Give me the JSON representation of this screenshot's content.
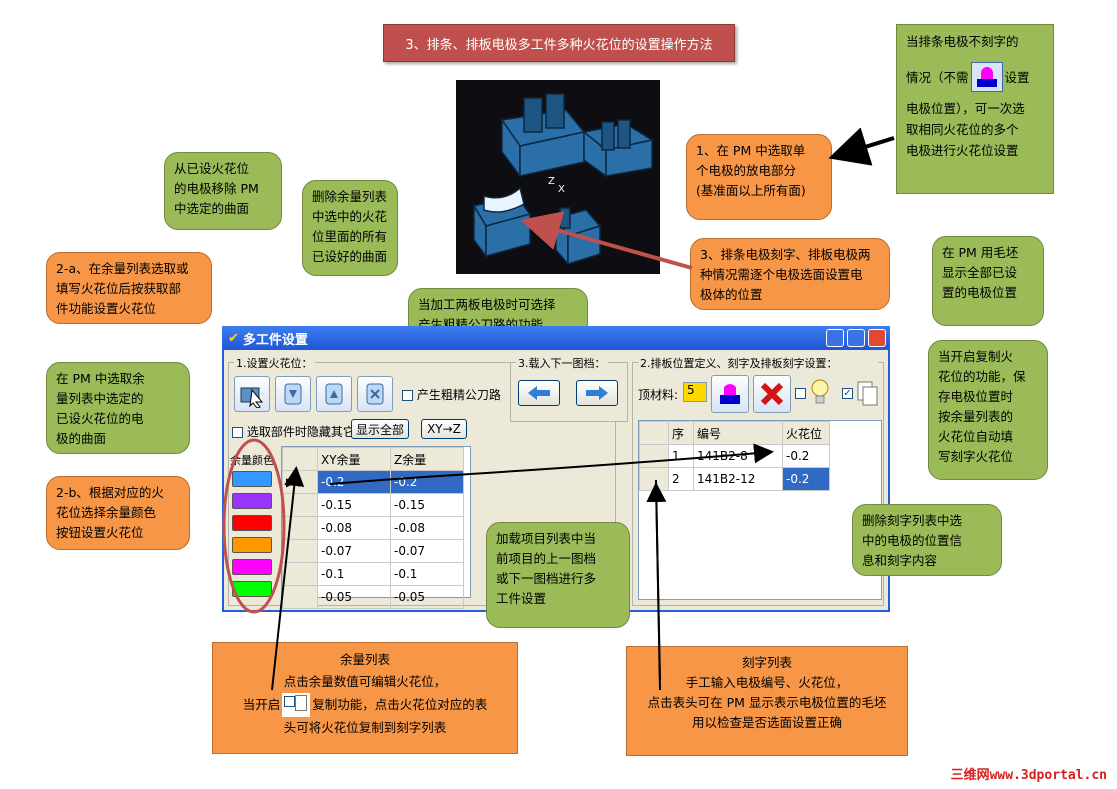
{
  "banner": {
    "title": "3、排条、排板电极多工件多种火花位的设置操作方法"
  },
  "callouts": {
    "top_right": [
      "当排条电极不刻字的",
      "情况（不需",
      "设置",
      "电极位置），可一次选",
      "取相同火花位的多个",
      "电极进行火花位设置"
    ],
    "pm_select": [
      "1、在 PM 中选取单",
      "个电极的放电部分",
      "(基准面以上所有面)"
    ],
    "remove_surface": [
      "从已设火花位",
      "的电极移除 PM",
      "中选定的曲面"
    ],
    "delete_surface": [
      "删除余量列表",
      "中选中的火花",
      "位里面的所有",
      "已设好的曲面"
    ],
    "pick_part": [
      "2-a、在余量列表选取或",
      "填写火花位后按获取部",
      "件功能设置火花位"
    ],
    "rough_finish": [
      "当加工两板电极时可选择",
      "产生粗精公刀路的功能"
    ],
    "engrave_two": [
      "3、排条电极刻字、排板电极两",
      "种情况需逐个电极选面设置电",
      "极体的位置"
    ],
    "show_all": [
      "在 PM 用毛坯",
      "显示全部已设",
      "置的电极位置"
    ],
    "pm_pick_list": [
      "在 PM 中选取余",
      "量列表中选定的",
      "已设火花位的电",
      "极的曲面"
    ],
    "copy_func": [
      "当开启复制火",
      "花位的功能，保",
      "存电极位置时",
      "按余量列表的",
      "火花位自动填",
      "写刻字火花位"
    ],
    "color_btn": [
      "2-b、根据对应的火",
      "花位选择余量颜色",
      "按钮设置火花位"
    ],
    "load_project": [
      "加载项目列表中当",
      "前项目的上一图档",
      "或下一图档进行多",
      "工件设置"
    ],
    "delete_engrave": [
      "删除刻字列表中选",
      "中的电极的位置信",
      "息和刻字内容"
    ],
    "margin_list": [
      "余量列表",
      "点击余量数值可编辑火花位，",
      "当开启",
      "复制功能，点击火花位对应的表",
      "头可将火花位复制到刻字列表"
    ],
    "engrave_list": [
      "刻字列表",
      "手工输入电极编号、火花位，",
      "点击表头可在 PM 显示表示电极位置的毛坯",
      "用以检查是否选面设置正确"
    ]
  },
  "window": {
    "title": "多工件设置",
    "group1": "1.设置火花位：",
    "rough_check": "产生粗精公刀路",
    "hide_check": "选取部件时隐藏其它",
    "show_all_btn": "显示全部",
    "xyz_btn": "XY→Z",
    "color_header": "余量颜色",
    "group3": "3.载入下一图档：",
    "group2": "2.排板位置定义、刻字及排板刻字设置：",
    "top_material_label": "顶材料:",
    "top_material_value": "5",
    "margin_table": {
      "headers": [
        "XY余量",
        "Z余量"
      ],
      "rows": [
        [
          "-0.2",
          "-0.2"
        ],
        [
          "-0.15",
          "-0.15"
        ],
        [
          "-0.08",
          "-0.08"
        ],
        [
          "-0.07",
          "-0.07"
        ],
        [
          "-0.1",
          "-0.1"
        ],
        [
          "-0.05",
          "-0.05"
        ]
      ]
    },
    "engrave_table": {
      "headers": [
        "序",
        "编号",
        "火花位"
      ],
      "rows": [
        [
          "1",
          "141B2-8",
          "-0.2"
        ],
        [
          "2",
          "141B2-12",
          "-0.2"
        ]
      ]
    },
    "swatch_colors": [
      "#3399ff",
      "#9933ff",
      "#ff0000",
      "#ff9900",
      "#ff00ff",
      "#00ff00"
    ]
  },
  "watermark": "三维网www.3dportal.cn"
}
